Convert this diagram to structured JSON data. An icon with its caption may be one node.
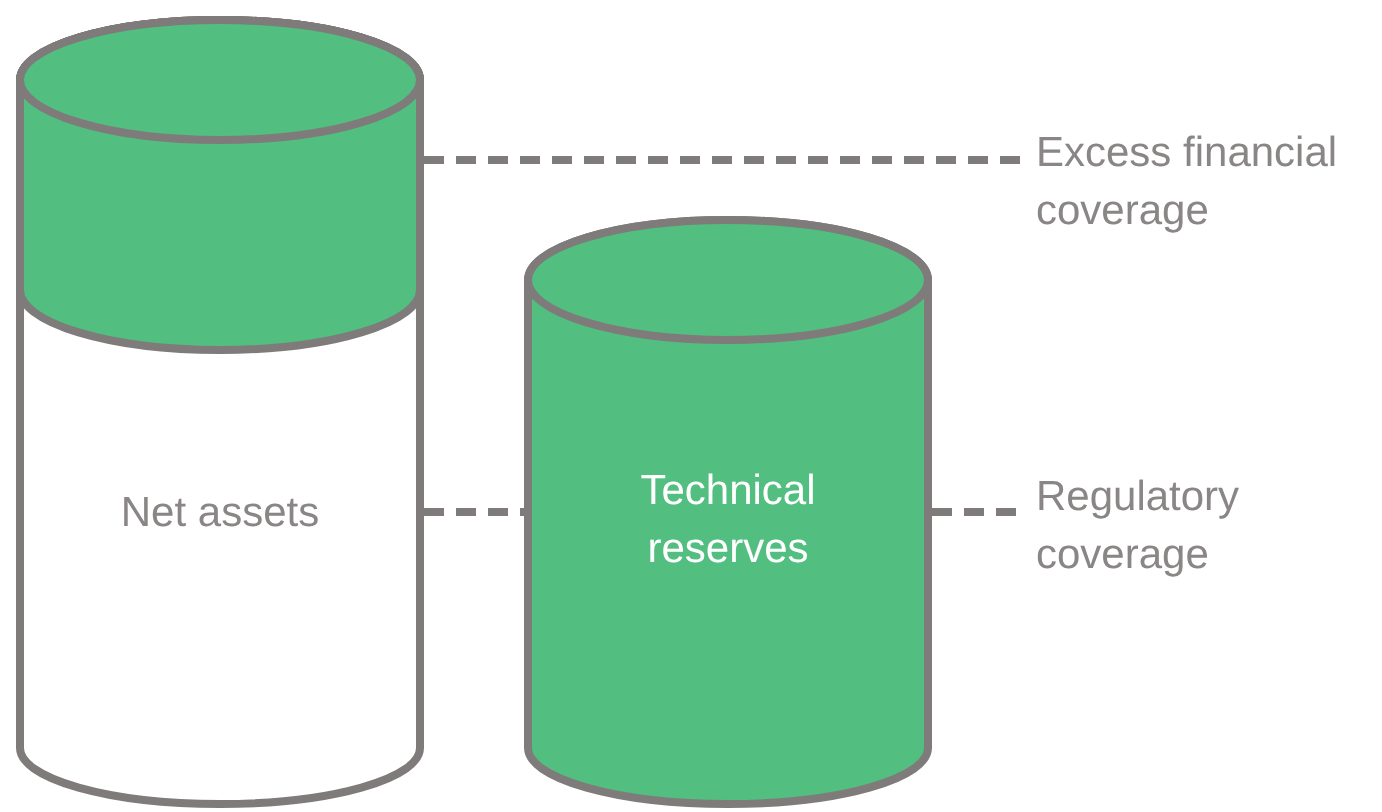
{
  "diagram": {
    "nodes": [
      {
        "text": [
          "Net assets"
        ]
      },
      {
        "text": [],
        "shape": "cylinder",
        "in": 0
      },
      {
        "text": [
          "Excess financial coverage"
        ]
      },
      {
        "text": [
          "Technical reserves"
        ]
      },
      {
        "text": [
          "Regulatory coverage"
        ]
      }
    ],
    "edges": [
      {
        "from": 1,
        "to": 2,
        "arrow": "none",
        "style": "dashed"
      },
      {
        "from": 0,
        "to": 3,
        "arrow": "none",
        "style": "dashed"
      },
      {
        "from": 3,
        "to": 4,
        "arrow": "none",
        "style": "dashed"
      }
    ]
  }
}
